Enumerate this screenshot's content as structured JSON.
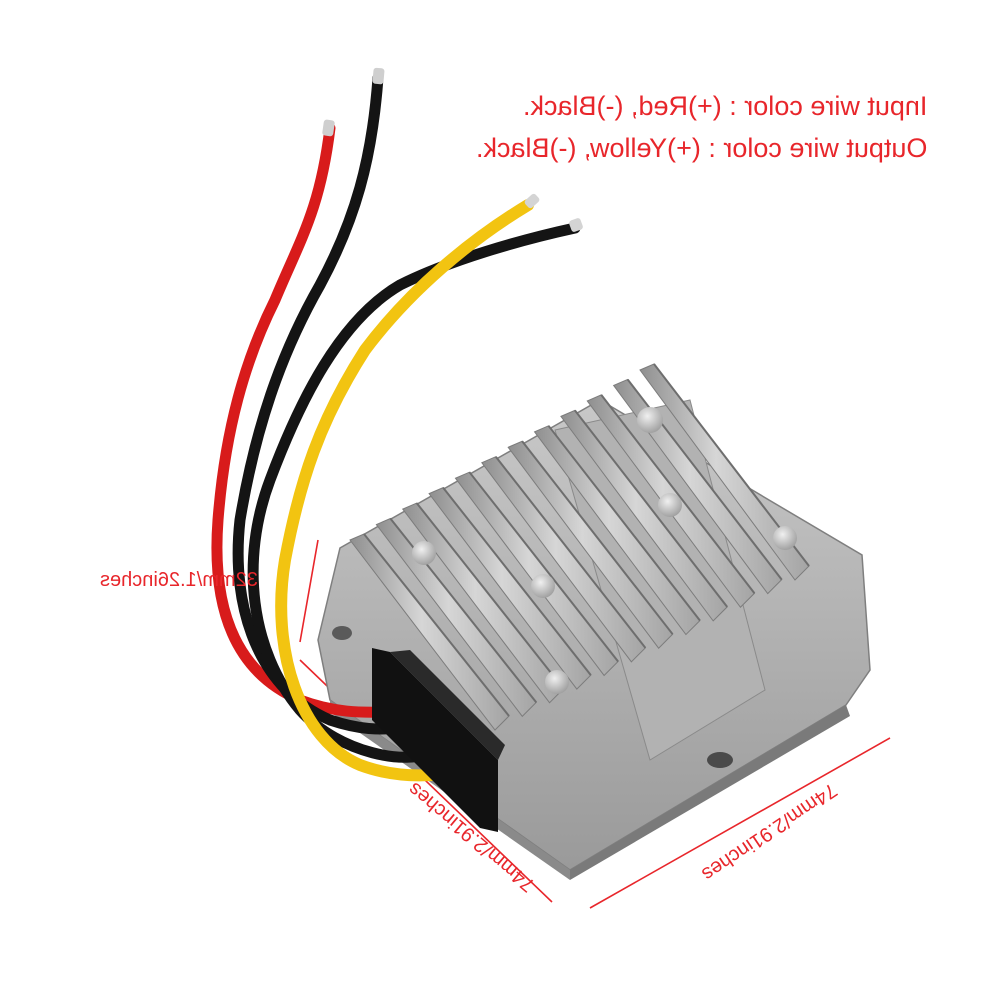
{
  "labels": {
    "input_wire": "Input wire color : (+)Red, (-)Black.",
    "output_wire": "Output wire color : (+)Yellow, (-)Black.",
    "height_dim": "32mm/1.26inches",
    "length_dim_left": "74mm/2.91inches",
    "length_dim_right": "74mm/2.91inches"
  },
  "colors": {
    "annotation": "#e8262b",
    "wire_positive_input": "#d81b1b",
    "wire_negative": "#141414",
    "wire_positive_output": "#f2c411",
    "housing": "#bcbcbc",
    "housing_shadow": "#8e8e8e",
    "connector": "#111111"
  }
}
